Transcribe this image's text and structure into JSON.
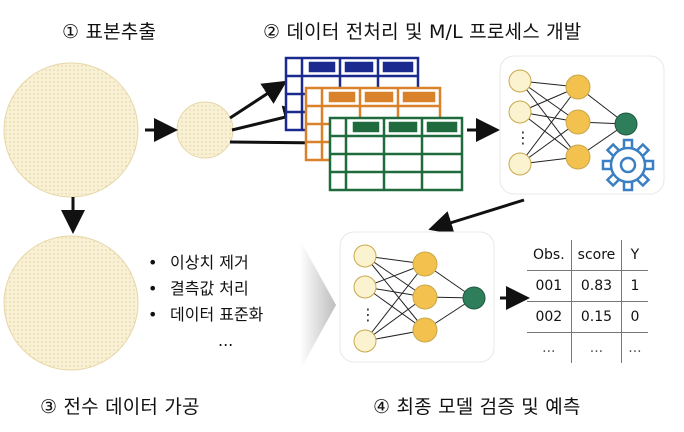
{
  "steps": {
    "s1": "① 표본추출",
    "s2": "② 데이터 전처리 및 M/L 프로세스 개발",
    "s3": "③ 전수 데이터 가공",
    "s4": "④ 최종 모델 검증 및 예측"
  },
  "preprocessing": {
    "items": [
      "이상치 제거",
      "결측값 처리",
      "데이터 표준화"
    ],
    "more": "..."
  },
  "nn_ellipsis": "⋮",
  "result_table": {
    "headers": [
      "Obs.",
      "score",
      "Y"
    ],
    "rows": [
      [
        "001",
        "0.83",
        "1"
      ],
      [
        "002",
        "0.15",
        "0"
      ],
      [
        "...",
        "...",
        "..."
      ]
    ]
  },
  "colors": {
    "circle_fill": "#f9f1d6",
    "node_yellow": "#f2c14e",
    "node_light": "#fbf3cf",
    "node_green": "#2e7d5b",
    "gear": "#3a7fc4",
    "table_blue": "#1b2a8f",
    "table_orange": "#d9822b",
    "table_green": "#1f6b3e"
  }
}
